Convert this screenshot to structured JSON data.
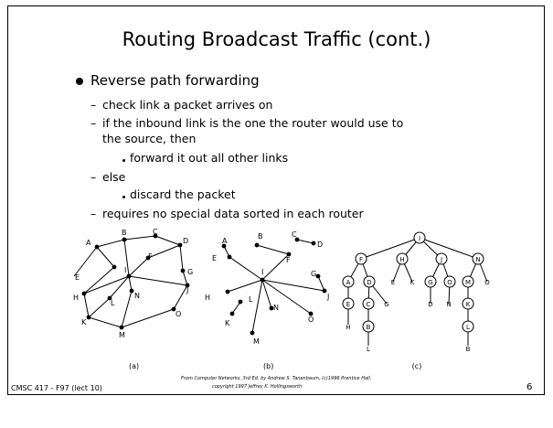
{
  "slide": {
    "title": "Routing Broadcast Traffic (cont.)",
    "bullet": "Reverse path forwarding",
    "items": [
      "check link a packet arrives on",
      "if the inbound link is the one the router would use to",
      "the source, then",
      "forward it out all other links",
      "else",
      "discard the packet",
      "requires no special data sorted in each router"
    ],
    "footer": "CMSC 417 - F97  (lect 10)",
    "credit_line1": "From Computer Networks, 3rd Ed. by Andrew S. Tanenbaum, (c)1996 Prentice Hall.",
    "credit_line2": "copyright 1997 Jeffrey K. Hollingsworth",
    "page_number": "6"
  },
  "figures": {
    "captions": [
      "(a)",
      "(b)",
      "(c)"
    ],
    "graph_a_labels": [
      "A",
      "B",
      "C",
      "D",
      "E",
      "F",
      "G",
      "H",
      "I",
      "J",
      "K",
      "L",
      "M",
      "N",
      "O"
    ],
    "graph_b_labels": [
      "A",
      "B",
      "C",
      "D",
      "E",
      "F",
      "G",
      "H",
      "I",
      "J",
      "K",
      "L",
      "M",
      "N",
      "O"
    ],
    "tree_labels": [
      "I",
      "F",
      "H",
      "J",
      "N",
      "A",
      "D",
      "E",
      "K",
      "G",
      "O",
      "M",
      "O",
      "E",
      "C",
      "G",
      "D",
      "N",
      "K",
      "H",
      "B",
      "L",
      "L",
      "B"
    ]
  }
}
